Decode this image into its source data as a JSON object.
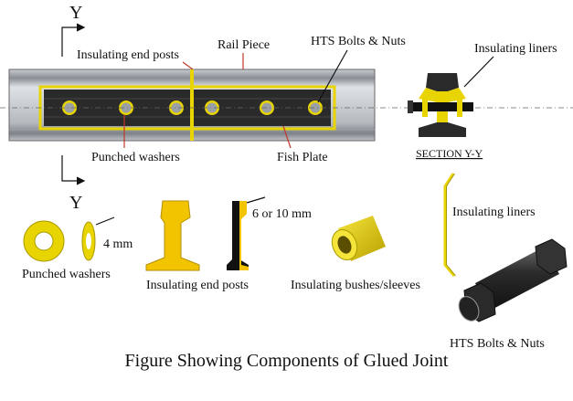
{
  "labels": {
    "section_mark_top": "Y",
    "section_mark_bottom": "Y",
    "insulating_end_posts_top": "Insulating end posts",
    "rail_piece": "Rail Piece",
    "hts_bolts_top": "HTS Bolts & Nuts",
    "insulating_liners_top": "Insulating liners",
    "punched_washers_top": "Punched washers",
    "fish_plate": "Fish Plate",
    "section_title": "SECTION Y-Y",
    "washer_thickness": "4 mm",
    "punched_washers_bottom": "Punched washers",
    "end_post_thickness": "6 or 10 mm",
    "insulating_end_posts_bottom": "Insulating end posts",
    "insulating_bushes": "Insulating bushes/sleeves",
    "insulating_liners_bottom": "Insulating liners",
    "hts_bolts_bottom": "HTS Bolts & Nuts"
  },
  "caption": "Figure Showing Components of Glued Joint",
  "colors": {
    "insulation_yellow": "#e8d400",
    "steel_grey": "#8a8f96",
    "dark_plate": "#2a2a2a",
    "pointer_red": "#c0392b"
  }
}
